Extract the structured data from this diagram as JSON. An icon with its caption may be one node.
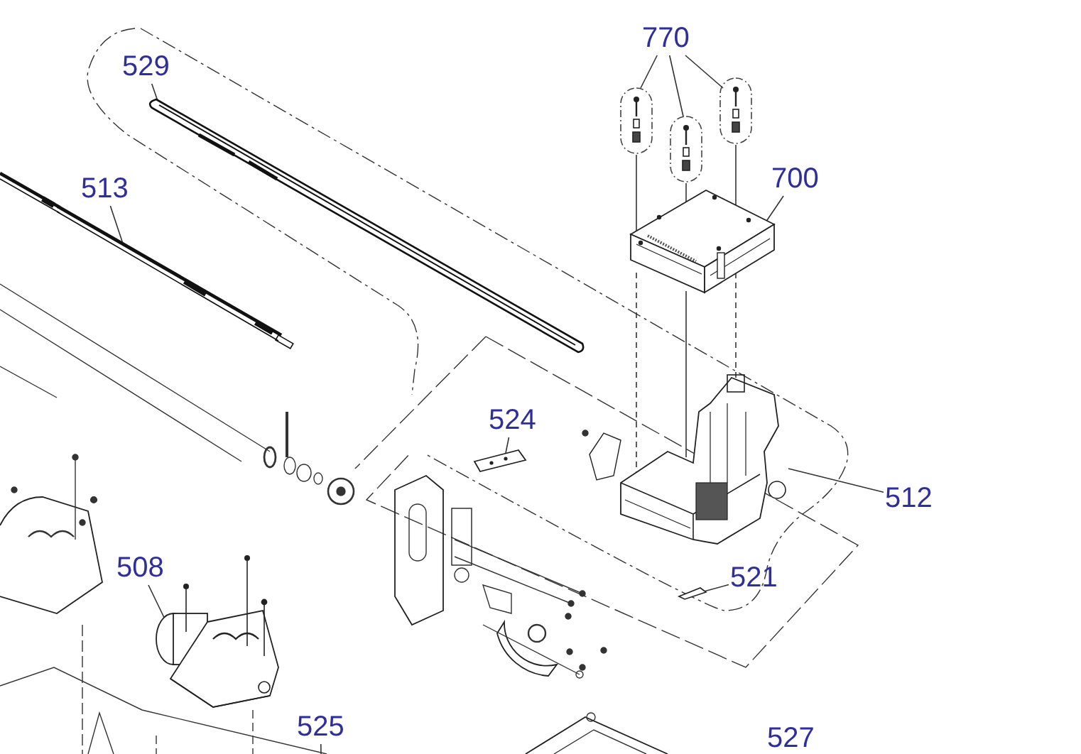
{
  "diagram": {
    "nodes": [
      {
        "text": [
          "770"
        ]
      },
      {
        "text": [],
        "shape": "picture"
      },
      {
        "text": [],
        "shape": "picture"
      },
      {
        "text": [],
        "shape": "picture"
      },
      {
        "text": [
          "529"
        ]
      },
      {
        "text": [],
        "shape": "picture"
      },
      {
        "text": [
          "513"
        ]
      },
      {
        "text": [],
        "shape": "picture"
      },
      {
        "text": [
          "700"
        ]
      },
      {
        "text": [],
        "shape": "picture"
      },
      {
        "text": [
          "524"
        ]
      },
      {
        "text": [],
        "shape": "picture"
      },
      {
        "text": [
          "512"
        ]
      },
      {
        "text": [],
        "shape": "picture"
      },
      {
        "text": [
          "521"
        ]
      },
      {
        "text": [],
        "shape": "picture"
      },
      {
        "text": [
          "508"
        ]
      },
      {
        "text": [],
        "shape": "picture"
      },
      {
        "text": [
          "525"
        ]
      }
    ],
    "edges": [
      {
        "from": 0,
        "to": 1,
        "arrow": "none"
      },
      {
        "from": 0,
        "to": 2,
        "arrow": "none"
      },
      {
        "from": 0,
        "to": 3,
        "arrow": "none"
      },
      {
        "from": 4,
        "to": 5,
        "arrow": "none"
      },
      {
        "from": 6,
        "to": 7,
        "arrow": "none"
      },
      {
        "from": 8,
        "to": 9,
        "arrow": "none"
      },
      {
        "from": 10,
        "to": 11,
        "arrow": "none"
      },
      {
        "from": 12,
        "to": 13,
        "arrow": "none"
      },
      {
        "from": 14,
        "to": 15,
        "arrow": "none"
      },
      {
        "from": 16,
        "to": 17,
        "arrow": "none"
      },
      {
        "from": 18,
        "to": null,
        "arrow": "none"
      },
      {
        "from": 1,
        "to": 9,
        "arrow": "none"
      },
      {
        "from": 2,
        "to": 9,
        "arrow": "none"
      },
      {
        "from": 9,
        "to": 13,
        "arrow": "none"
      },
      {
        "from": 3,
        "to": 9,
        "arrow": "none"
      },
      {
        "from": 9,
        "to": 13,
        "arrow": "none",
        "style": "dashed"
      },
      {
        "from": 9,
        "to": 13,
        "arrow": "none",
        "style": "dashed"
      }
    ],
    "labels": [
      "527"
    ]
  }
}
